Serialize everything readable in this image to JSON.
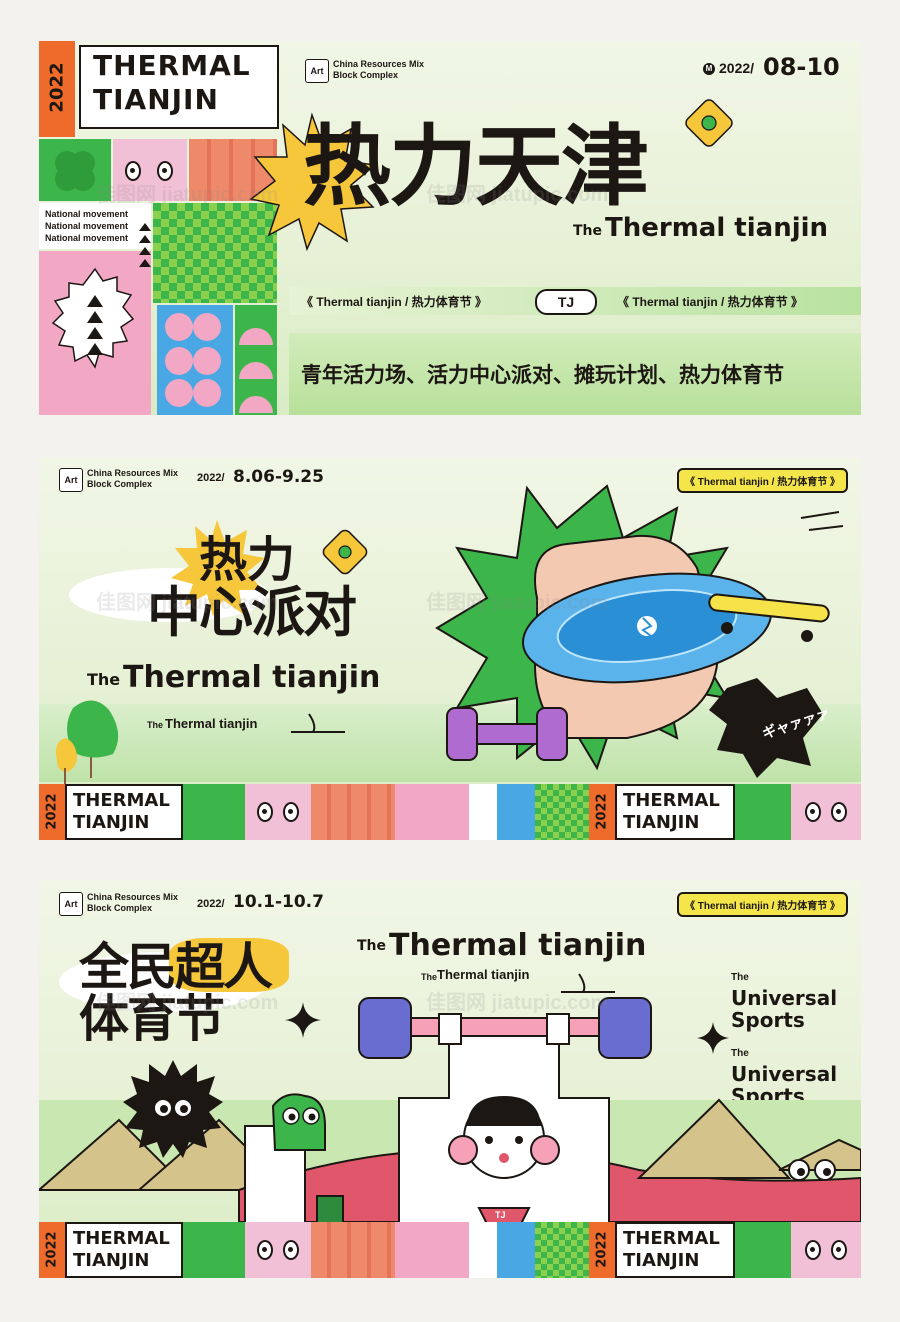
{
  "brand": {
    "line1": "THERMAL",
    "line2": "TIANJIN",
    "year": "2022"
  },
  "org": {
    "line1": "China Resources Mix",
    "line2": "Block Complex",
    "badge": "Art"
  },
  "national": [
    "National movement",
    "National movement",
    "National movement"
  ],
  "panel1": {
    "date_prefix": "2022/",
    "date_main": "08-10",
    "title_cn": "热力天津",
    "the": "The",
    "subtitle_en": "Thermal tianjin",
    "tag_left": "《 Thermal tianjin / 热力体育节 》",
    "tag_center": "TJ",
    "tag_right": "《 Thermal tianjin / 热力体育节 》",
    "slogan": "青年活力场、活力中心派对、摊玩计划、热力体育节"
  },
  "panel2": {
    "date_prefix": "2022/",
    "date_main": "8.06-9.25",
    "pill": "《 Thermal tianjin / 热力体育节 》",
    "title_line1": "热力",
    "title_line2": "中心派对",
    "the": "The",
    "subtitle_en": "Thermal tianjin",
    "small_the": "The",
    "small_sub": "Thermal tianjin",
    "manga_text": "ギャァァァ"
  },
  "panel3": {
    "date_prefix": "2022/",
    "date_main": "10.1-10.7",
    "pill": "《 Thermal tianjin / 热力体育节 》",
    "title_line1": "全民超人",
    "title_line2": "体育节",
    "the": "The",
    "subtitle_en": "Thermal tianjin",
    "small_the": "The",
    "small_sub": "Thermal tianjin",
    "sports": [
      {
        "the": "The",
        "line1": "Universal",
        "line2": "Sports"
      },
      {
        "the": "The",
        "line1": "Universal",
        "line2": "Sports"
      }
    ],
    "chest_logo": "TJ"
  },
  "watermark": "佳图网 jiatupic.com",
  "colors": {
    "orange": "#ee6b2b",
    "green": "#3cb54a",
    "pink": "#f2a7c4",
    "blue": "#49a8e4",
    "yellow": "#f6c73a",
    "dark": "#1d1714",
    "salmon": "#ee8a6a",
    "purple": "#9b6cc4"
  }
}
